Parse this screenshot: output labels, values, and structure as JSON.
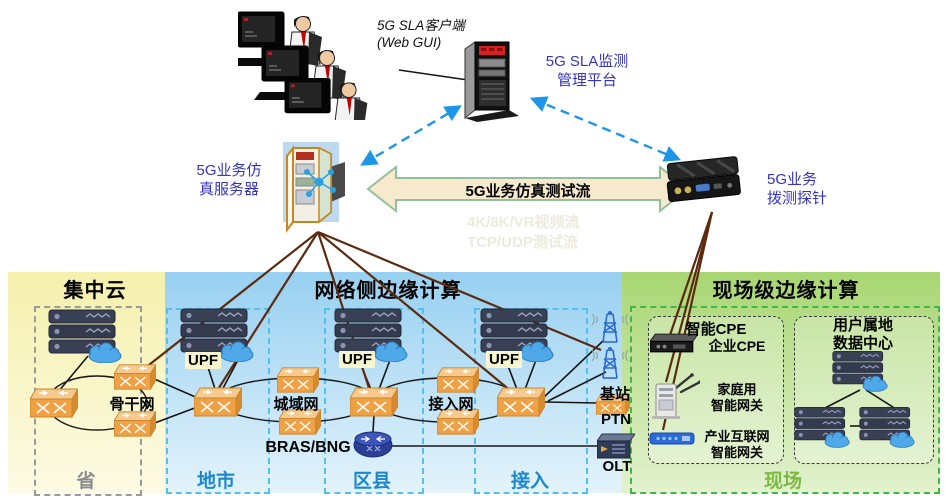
{
  "top": {
    "client_label": [
      "5G SLA客户端",
      "(Web GUI)"
    ],
    "platform_label": [
      "5G SLA监测",
      "管理平台"
    ],
    "sim_server_label": [
      "5G业务仿",
      "真服务器"
    ],
    "probe_label": [
      "5G业务",
      "拨测探针"
    ],
    "flow_label": "5G业务仿真测试流",
    "watermark": [
      "4K/8K/VR视频流",
      "TCP/UDP测试流"
    ]
  },
  "regions": {
    "central_cloud": {
      "title": "集中云",
      "zone": "省",
      "network_label": "骨干网"
    },
    "network_edge": {
      "title": "网络侧边缘计算",
      "zones": [
        "地市",
        "区县",
        "接入"
      ],
      "labels": {
        "upf": "UPF",
        "metro": "城域网",
        "access": "接入网",
        "bras": "BRAS/BNG"
      }
    },
    "transport": {
      "bts": "基站",
      "ptn": "PTN",
      "olt": "OLT"
    },
    "field_edge": {
      "title": "现场级边缘计算",
      "zone": "现场",
      "cpe_box": {
        "title": "智能CPE",
        "enterprise_cpe": "企业CPE",
        "home_gw": [
          "家庭用",
          "智能网关"
        ],
        "industry_gw": [
          "产业互联网",
          "智能网关"
        ]
      },
      "dc_box": {
        "title": [
          "用户属地",
          "数据中心"
        ]
      }
    }
  },
  "colors": {
    "label_blue": "#3434C0",
    "zone_blue": "#1B87CE",
    "zone_gray": "#8C8C8C",
    "zone_green": "#7CBA3F",
    "dashed_arrow_blue": "#1E96E8",
    "flow_arrow_fill": "#F7E9CC",
    "flow_arrow_stroke": "#92BF9C",
    "brown_line": "#5C2A0E",
    "region_yellow": "#F5F0AC",
    "region_blue": "#97D0F1",
    "region_green": "#A8D672"
  }
}
